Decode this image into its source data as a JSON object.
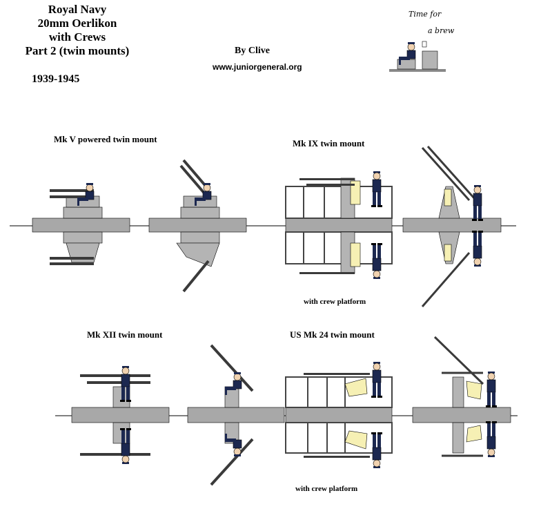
{
  "header": {
    "title_lines": [
      "Royal Navy",
      "20mm Oerlikon",
      "with Crews",
      "Part 2 (twin mounts)"
    ],
    "years": "1939-1945",
    "byline": "By Clive",
    "url": "www.juniorgeneral.org"
  },
  "corner_art": {
    "caption_line1": "Time for",
    "caption_line2": "a brew"
  },
  "labels": {
    "mk5": "Mk V powered twin mount",
    "mk9": "Mk IX twin mount",
    "mk9_platform": "with crew platform",
    "mk12": "Mk XII twin mount",
    "us24": "US Mk 24 twin mount",
    "us24_platform": "with crew platform"
  },
  "colors": {
    "deck": "#a8a8a8",
    "mount_grey": "#b4b4b4",
    "gun_dark": "#3a3a3a",
    "crew_navy": "#1c2850",
    "shield_cream": "#f6f0b4"
  }
}
